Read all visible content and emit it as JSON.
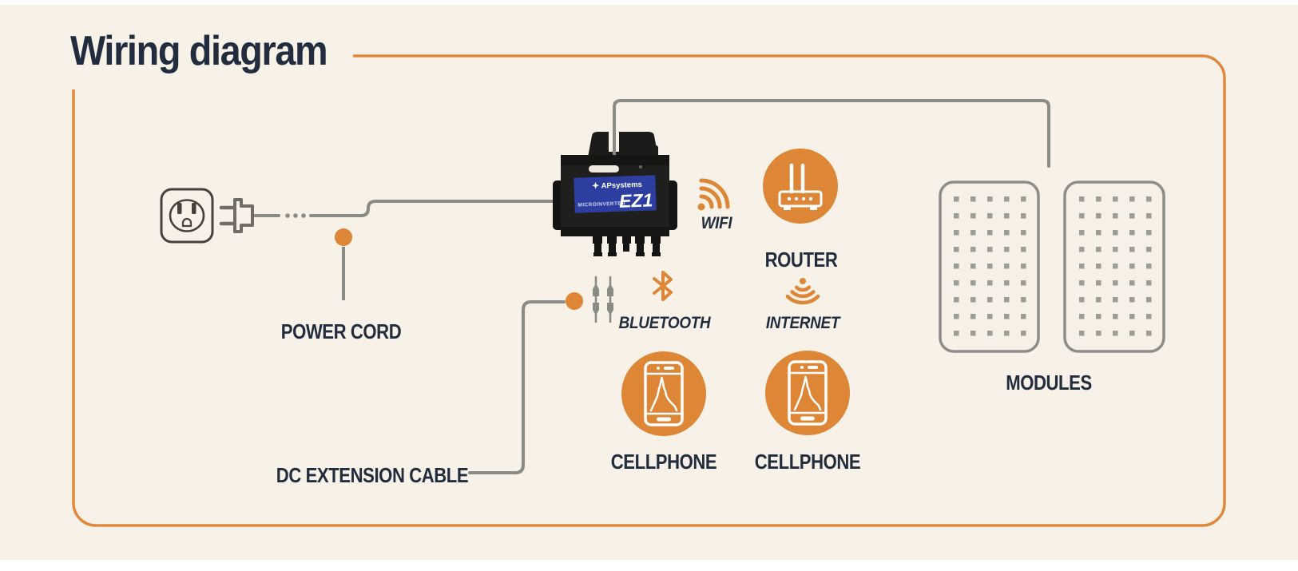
{
  "title": "Wiring diagram",
  "inverter": {
    "brand": "APsystems",
    "line": "MICROINVERTER",
    "model": "EZ1"
  },
  "labels": {
    "power_cord": "POWER CORD",
    "dc_extension_cable": "DC EXTENSION CABLE",
    "wifi": "WIFI",
    "bluetooth": "BLUETOOTH",
    "router": "ROUTER",
    "internet": "INTERNET",
    "cellphone_left": "CELLPHONE",
    "cellphone_right": "CELLPHONE",
    "modules": "MODULES"
  },
  "icons": {
    "outlet": "wall-outlet",
    "plug": "ac-plug",
    "wifi": "wifi-waves",
    "bluetooth": "bluetooth-rune",
    "internet": "signal-waves-down",
    "router": "router-in-circle",
    "cellphone": "smartphone-in-circle",
    "modules": "solar-panel-grid",
    "callout": "orange-dot"
  },
  "colors": {
    "accent_orange": "#dd8636",
    "navy_text": "#212d3e",
    "wire_gray": "#8b8b85",
    "background_cream": "#f7f1e8",
    "inverter_black": "#1b1b19",
    "inverter_label_blue": "#2e3ea0"
  }
}
